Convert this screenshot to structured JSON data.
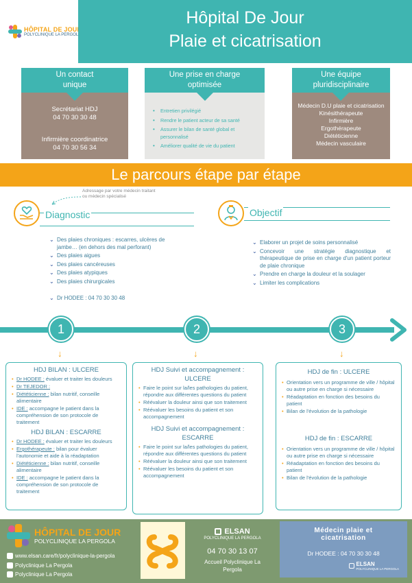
{
  "logo": {
    "name": "HÔPITAL DE JOUR",
    "sub": "POLYCLINIQUE LA PERGOLA"
  },
  "header": {
    "line1": "Hôpital De Jour",
    "line2": "Plaie et cicatrisation"
  },
  "cards": [
    {
      "title_l1": "Un contact",
      "title_l2": "unique",
      "lines": [
        "Secrétariat HDJ",
        "04 70 30 30 48",
        "Infirmière coordinatrice",
        "04 70 30 56 34"
      ]
    },
    {
      "title_l1": "Une prise en charge",
      "title_l2": "optimisée",
      "items": [
        "Entretien privilégié",
        "Rendre le patient acteur de sa santé",
        "Assurer le bilan de santé global et personnalisé",
        "Améliorer qualité de vie du patient"
      ]
    },
    {
      "title_l1": "Une équipe",
      "title_l2": "pluridisciplinaire",
      "lines": [
        "Médecin D.U plaie et cicatrisation",
        "Kinésithérapeute",
        "Infirmière",
        "Ergothérapeute",
        "Diététicienne",
        "Médecin vasculaire"
      ]
    }
  ],
  "banner": "Le parcours étape par étape",
  "referral_note": "Adressage par votre médecin traitant ou médecin spécialisé",
  "diagnostic": {
    "title": "Diagnostic",
    "items": [
      "Des plaies chroniques : escarres, ulcères de jambe… (en dehors des mal perforant)",
      "Des plaies aigues",
      "Des plaies cancéreuses",
      "Des plaies atypiques",
      "Des plaies chirurgicales"
    ],
    "contact": "Dr HODEE : 04 70 30 30 48"
  },
  "objectif": {
    "title": "Objectif",
    "items": [
      "Elaborer un projet de soins personnalisé",
      "Concevoir une stratégie diagnostique et thérapeutique de prise en charge d'un patient porteur de plaie chronique",
      "Prendre en charge la douleur et la soulager",
      "Limiter les complications"
    ]
  },
  "steps": [
    "1",
    "2",
    "3"
  ],
  "step1": {
    "title_a": "HDJ BILAN : ULCERE",
    "items_a": [
      {
        "role": "Dr HODEE :",
        "text": " évaluer et traiter les douleurs"
      },
      {
        "role": "Dr TEJEDOR :",
        "text": ""
      },
      {
        "role": "Diététicienne :",
        "text": " bilan nutritif, conseille alimentaire"
      },
      {
        "role": "IDE :",
        "text": " accompagne le patient dans la compréhension de son protocole de traitement"
      }
    ],
    "title_b": "HDJ BILAN : ESCARRE",
    "items_b": [
      {
        "role": "Dr HODEE :",
        "text": " évaluer et traiter les douleurs"
      },
      {
        "role": "Ergothérapeute :",
        "text": " bilan pour évaluer l'autonomie et aide à la réadaptation"
      },
      {
        "role": "Diététicienne :",
        "text": " bilan nutritif, conseille alimentaire"
      },
      {
        "role": "IDE :",
        "text": " accompagne le patient dans la compréhension de son protocole de traitement"
      }
    ]
  },
  "step2": {
    "title_a1": "HDJ Suivi et accompagnement :",
    "title_a2": "ULCERE",
    "items_a": [
      "Faire le point sur la/les pathologies du patient, répondre aux différentes questions du patient",
      "Réévaluer la douleur ainsi que son traitement",
      "Réévaluer les besoins du patient et son accompagnement"
    ],
    "title_b1": "HDJ Suivi et accompagnement :",
    "title_b2": "ESCARRE",
    "items_b": [
      "Faire le point sur la/les pathologies du patient, répondre aux différentes questions du patient",
      "Réévaluer la douleur ainsi que son traitement",
      "Réévaluer les besoins du patient et son accompagnement"
    ]
  },
  "step3": {
    "title_a": "HDJ de fin : ULCERE",
    "items_a": [
      "Orientation vers un programme de ville / hôpital ou autre prise en charge si nécessaire",
      "Réadaptation en fonction des besoins du patient",
      "Bilan de l'évolution de la pathologie"
    ],
    "title_b": "HDJ de fin : ESCARRE",
    "items_b": [
      "Orientation vers un programme de ville / hôpital ou autre prise en charge si nécessaire",
      "Réadaptation en fonction des besoins du patient",
      "Bilan de l'évolution de la pathologie"
    ]
  },
  "footer": {
    "logo_name": "HÔPITAL DE JOUR",
    "logo_sub": "POLYCLINIQUE LA PERGOLA",
    "web": "www.elsan.care/fr/polyclinique-la-pergola",
    "linkedin": "Polyclinique La Pergola",
    "facebook": "Polyclinique La Pergola",
    "elsan": "ELSAN",
    "elsan_sub": "POLYCLINIQUE LA PERGOLA",
    "phone": "04 70 30 13 07",
    "accueil": "Accueil Polyclinique La Pergola",
    "doctor_title_l1": "Médecin plaie et",
    "doctor_title_l2": "cicatrisation",
    "doctor_phone": "Dr HODEE : 04 70 30 30 48",
    "elsan2": "ELSAN",
    "elsan2_sub": "POLYCLINIQUE LA PERGOLA"
  },
  "colors": {
    "teal": "#3fb5b1",
    "orange": "#f4a418",
    "brown": "#9e8a7e",
    "grey": "#e7e7e5",
    "olive": "#7e9a70",
    "blue": "#7d9cc0"
  }
}
